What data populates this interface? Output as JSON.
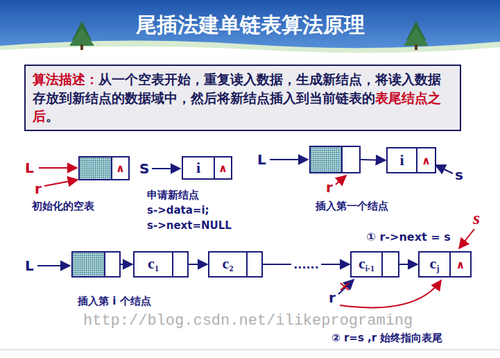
{
  "diagram": {
    "title": "尾插法建单链表算法原理",
    "nodes": [
      {
        "text": [
          "算法描述：",
          "从一个空表开始，重复读入数据，生成新结点，将读入数据存放到新结点的数据域中，然后将新结点插入到当前链表的",
          "表尾结点之后",
          "。"
        ]
      },
      {
        "text": [
          "∧"
        ]
      },
      {
        "text": [
          "i",
          "∧"
        ]
      },
      {
        "text": []
      },
      {
        "text": [
          "i",
          "∧"
        ]
      },
      {
        "text": []
      },
      {
        "text": [
          "c1"
        ]
      },
      {
        "text": [
          "c2"
        ]
      },
      {
        "text": [
          "ci-1"
        ]
      },
      {
        "text": [
          "cj",
          "∧"
        ]
      }
    ],
    "edges": [
      {
        "from": 3,
        "to": 4,
        "arrow": "to"
      },
      {
        "from": 5,
        "to": 6,
        "arrow": "to"
      },
      {
        "from": 6,
        "to": 7,
        "arrow": "to"
      },
      {
        "from": 7,
        "to": 8,
        "arrow": "to",
        "label": "......"
      },
      {
        "from": 8,
        "to": 9,
        "arrow": "to",
        "label": "① r->next = s"
      }
    ],
    "labels": [
      "L",
      "r",
      "初始化的空表",
      "S",
      "申请新结点",
      "s->data=i;",
      "s->next=NULL",
      "L",
      "r",
      "s",
      "插入第一个结点",
      "L",
      "s",
      "r",
      "插入第 i 个结点",
      "http://blog.csdn.net/ilikeprograming",
      "② r=s ,r 始终指向表尾"
    ]
  }
}
